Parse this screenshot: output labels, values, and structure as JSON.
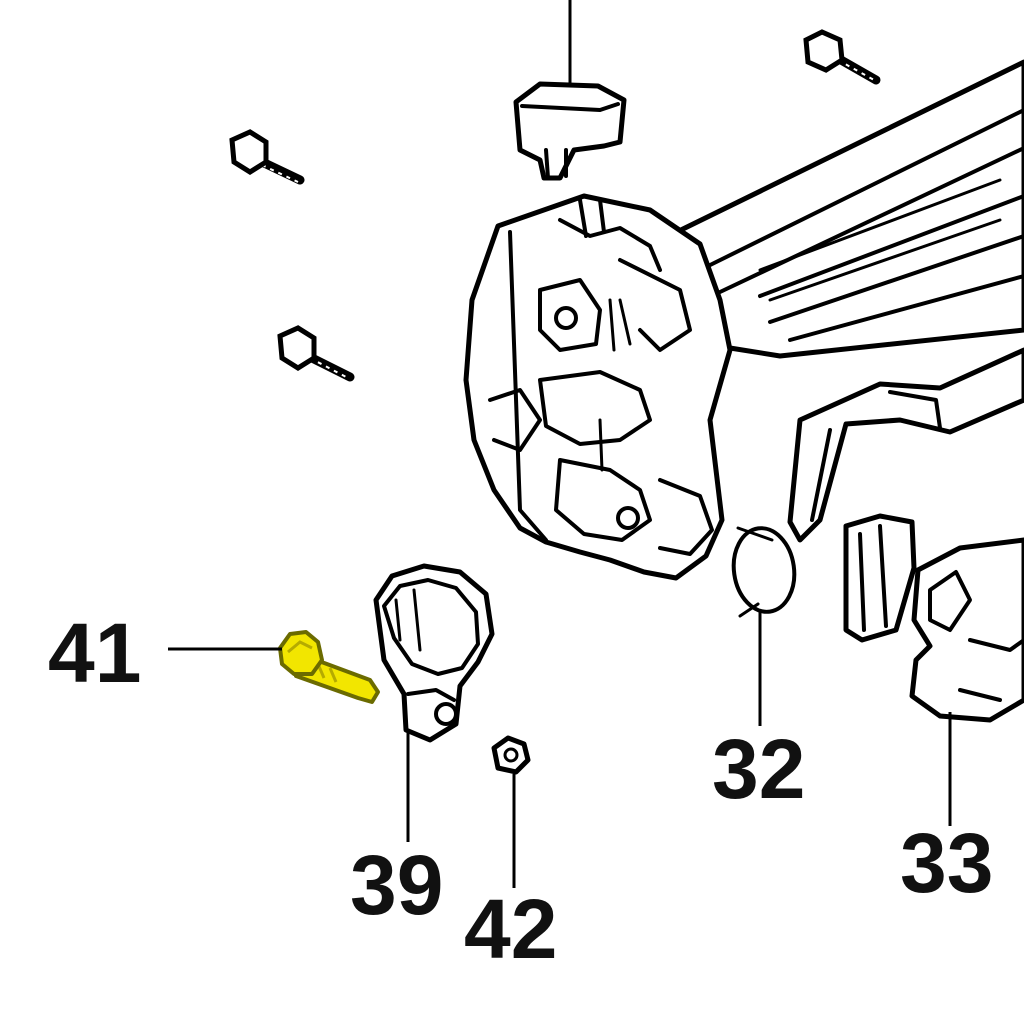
{
  "callouts": {
    "c41": "41",
    "c39": "39",
    "c42": "42",
    "c32": "32",
    "c33": "33"
  },
  "colors": {
    "highlight": "#f2e600",
    "highlight_outline": "#6b6b00",
    "line": "#000000",
    "background": "#ffffff"
  },
  "highlighted_part": "41"
}
